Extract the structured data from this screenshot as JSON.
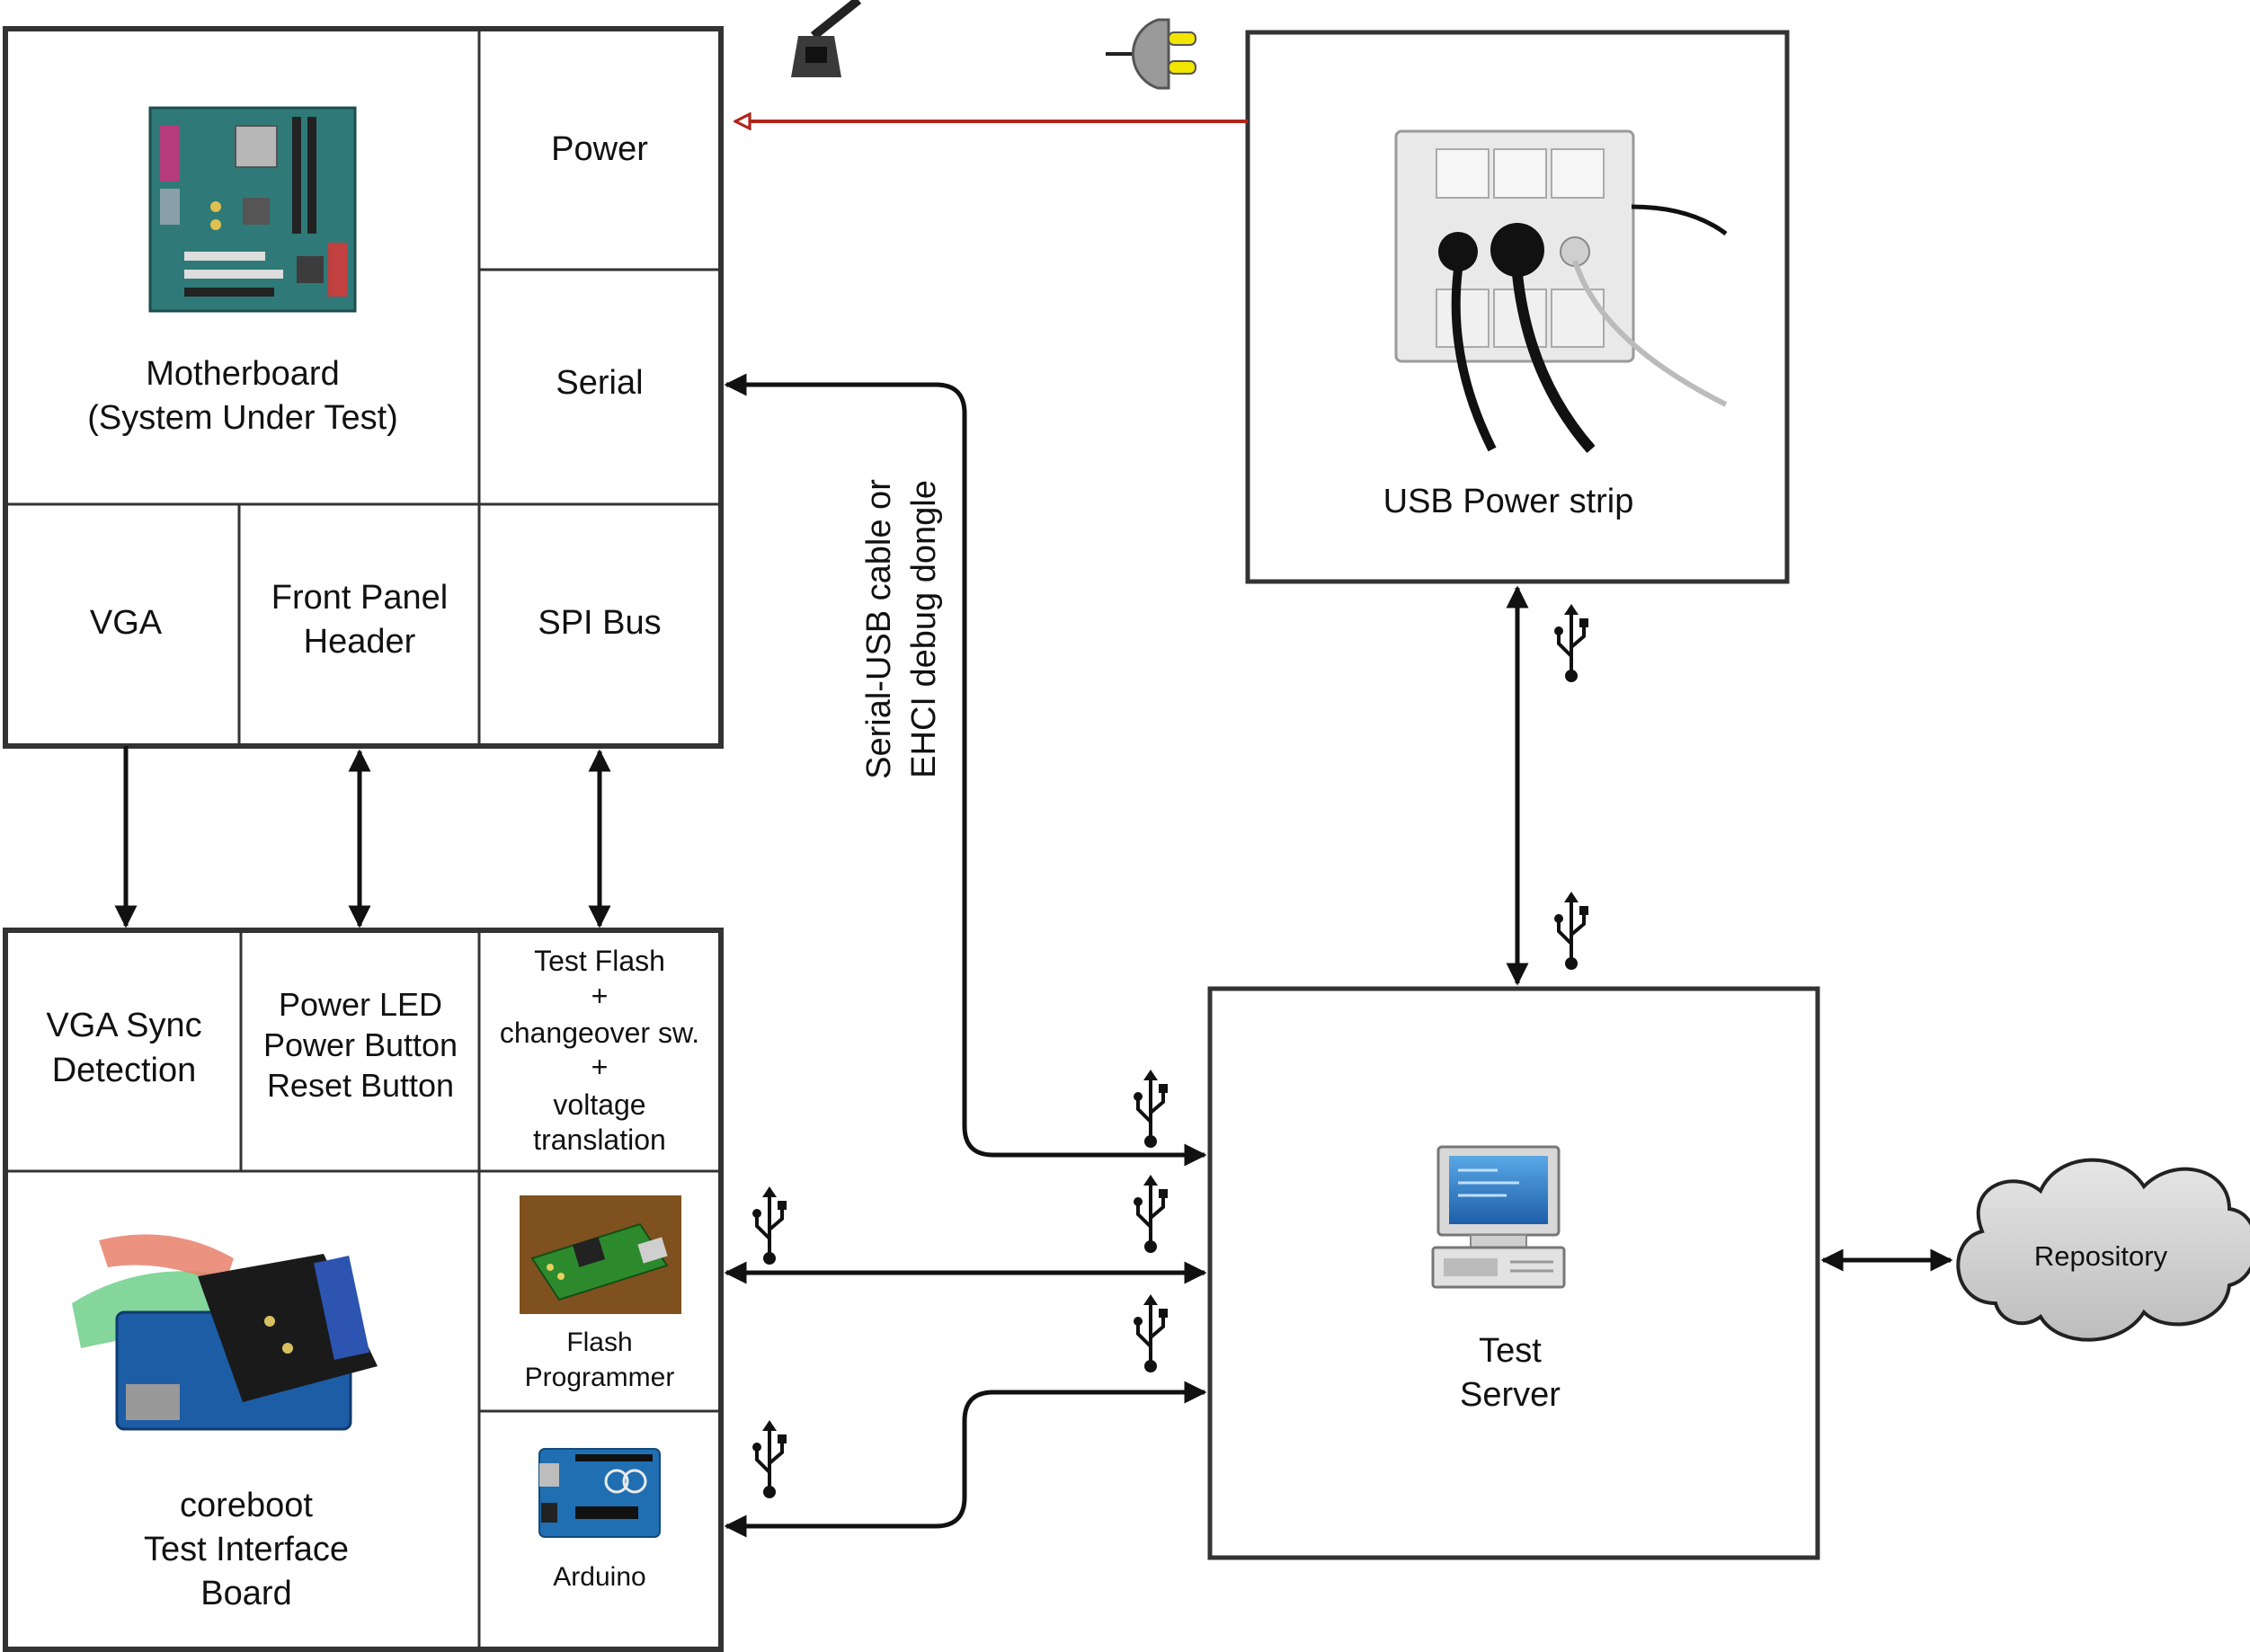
{
  "motherboard": {
    "title_line1": "Motherboard",
    "title_line2": "(System Under Test)",
    "cells": {
      "power": "Power",
      "serial": "Serial",
      "vga": "VGA",
      "front_panel_line1": "Front Panel",
      "front_panel_line2": "Header",
      "spi_bus": "SPI Bus"
    }
  },
  "test_interface_board": {
    "title_line1": "coreboot",
    "title_line2": "Test Interface",
    "title_line3": "Board",
    "cells": {
      "vga_sync_line1": "VGA Sync",
      "vga_sync_line2": "Detection",
      "power_led": "Power LED",
      "power_button": "Power Button",
      "reset_button": "Reset Button",
      "test_flash_line1": "Test Flash",
      "test_flash_plus1": "+",
      "test_flash_line2": "changeover sw.",
      "test_flash_plus2": "+",
      "test_flash_line3": "voltage",
      "test_flash_line4": "translation",
      "flash_programmer_line1": "Flash",
      "flash_programmer_line2": "Programmer",
      "arduino": "Arduino"
    }
  },
  "usb_power_strip": {
    "label": "USB Power strip"
  },
  "test_server": {
    "label_line1": "Test",
    "label_line2": "Server"
  },
  "repository": {
    "label": "Repository"
  },
  "serial_cable": {
    "label_line1": "Serial-USB cable or",
    "label_line2": "EHCI debug dongle"
  },
  "colors": {
    "power_line": "#b0261a",
    "plug_yellow": "#f2e600",
    "cloud_fill": "#cfcfcf",
    "box_stroke": "#333333"
  },
  "icons": [
    "usb-icon",
    "power-cord-icon",
    "power-plug-icon",
    "computer-icon",
    "motherboard-photo",
    "power-strip-photo",
    "flash-programmer-photo",
    "arduino-photo",
    "test-interface-board-photo"
  ]
}
